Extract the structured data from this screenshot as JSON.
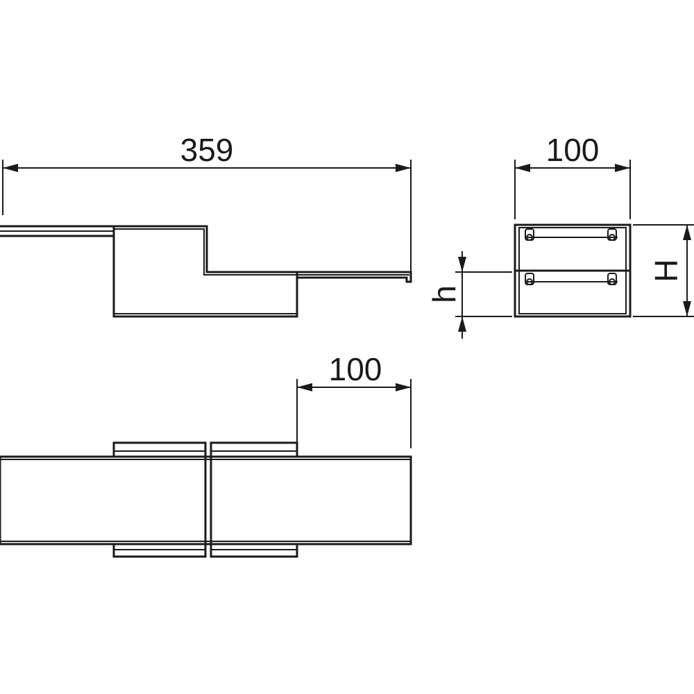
{
  "drawing": {
    "side_view": {
      "overall_length_label": "359"
    },
    "cross_section": {
      "width_label": "100",
      "height_label": "H",
      "lower_compartment_label": "h"
    },
    "top_view": {
      "offset_label": "100"
    },
    "colors": {
      "line": "#1a1a1a",
      "background": "#ffffff"
    }
  }
}
